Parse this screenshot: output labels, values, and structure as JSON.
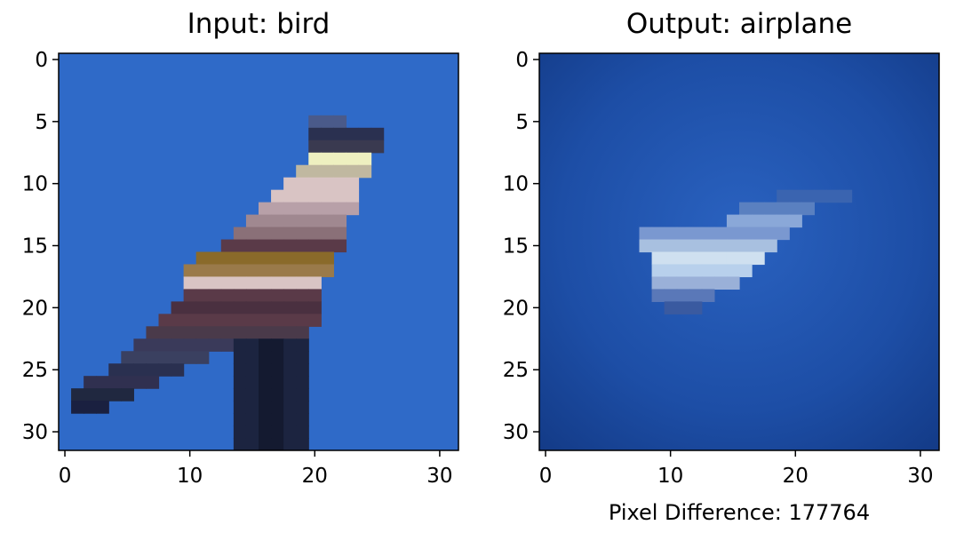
{
  "panels": [
    {
      "title": "Input: bird",
      "ticks": [
        0,
        5,
        10,
        15,
        20,
        25,
        30
      ],
      "xticks": [
        0,
        10,
        20,
        30
      ]
    },
    {
      "title": "Output: airplane",
      "ticks": [
        0,
        5,
        10,
        15,
        20,
        25,
        30
      ],
      "xticks": [
        0,
        10,
        20,
        30
      ],
      "caption": "Pixel Difference: 177764"
    }
  ],
  "colors": {
    "input_background": "#2f6ac8",
    "output_background": "#1a4aa0",
    "bird_body": "#5a3a48",
    "bird_breast": "#d9c4c4",
    "bird_wing": "#8a6a2a",
    "bird_head_highlight": "#eef0c0",
    "perch": "#1c2440",
    "plane_highlight": "#cfe0f0",
    "axis": "#000000"
  }
}
